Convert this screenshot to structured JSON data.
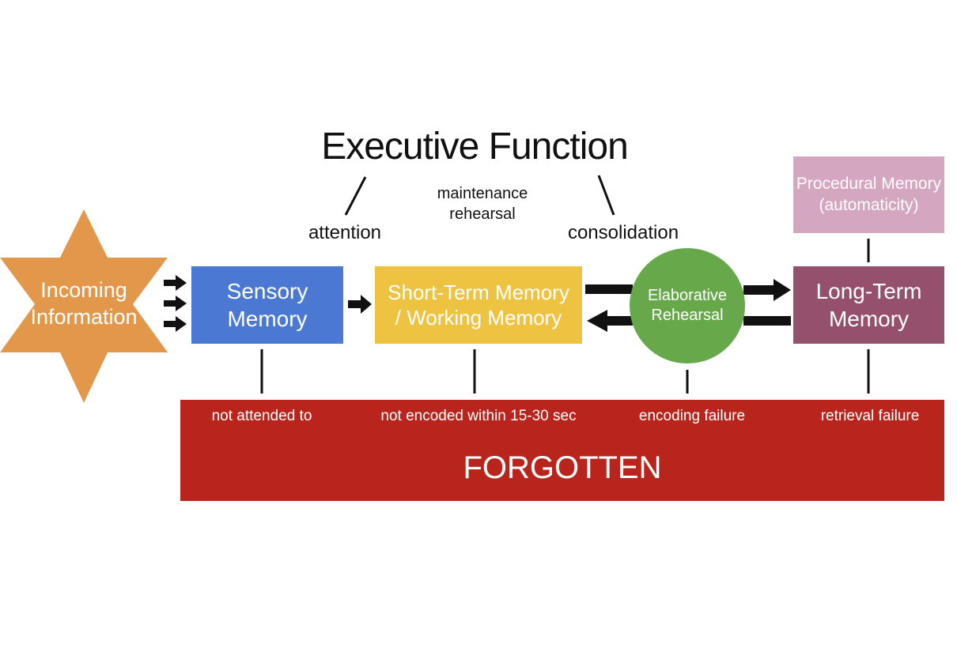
{
  "title": "Executive Function",
  "executive_labels": {
    "attention": "attention",
    "maintenance_rehearsal": [
      "maintenance",
      "rehearsal"
    ],
    "consolidation": "consolidation"
  },
  "nodes": {
    "incoming": [
      "Incoming",
      "Information"
    ],
    "sensory": [
      "Sensory",
      "Memory"
    ],
    "short_term": [
      "Short-Term Memory",
      "/ Working Memory"
    ],
    "elaborative": [
      "Elaborative",
      "Rehearsal"
    ],
    "long_term": [
      "Long-Term",
      "Memory"
    ],
    "procedural": [
      "Procedural Memory",
      "(automaticity)"
    ]
  },
  "failures": {
    "not_attended": "not attended to",
    "not_encoded": "not encoded within 15-30 sec",
    "encoding_failure": "encoding failure",
    "retrieval_failure": "retrieval failure"
  },
  "forgotten": "FORGOTTEN",
  "colors": {
    "incoming": "#e3974a",
    "sensory": "#4a78d3",
    "short_term": "#efc342",
    "elaborative": "#67a84b",
    "long_term": "#95506e",
    "procedural": "#d4a6bf",
    "forgotten": "#b9251c"
  }
}
